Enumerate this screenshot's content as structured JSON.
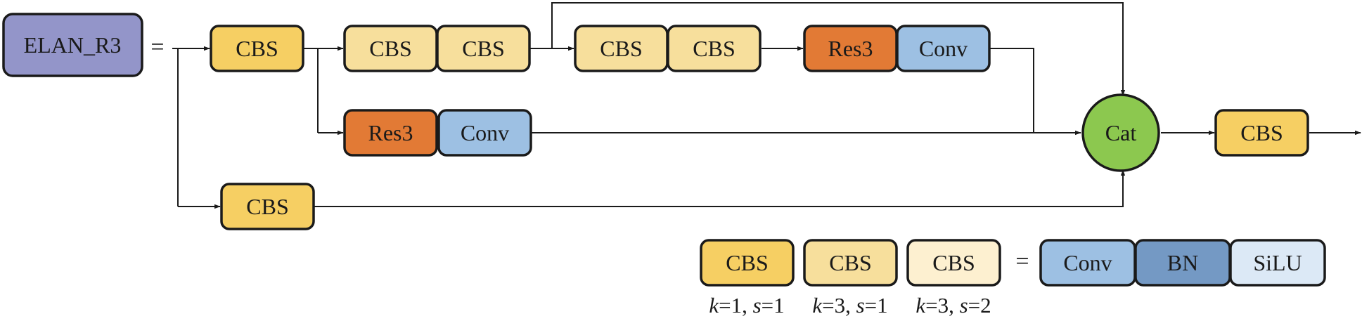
{
  "colors": {
    "elan": "#9395c9",
    "cbs_k1s1": "#f6cf63",
    "cbs_k3s1": "#f7df9c",
    "cbs_k3s2": "#fdf0d0",
    "res3": "#e27a35",
    "conv": "#9dc0e3",
    "bn": "#7499c4",
    "silu": "#dce9f6",
    "cat": "#8cc84f"
  },
  "title_block": {
    "label": "ELAN_R3",
    "equals": "="
  },
  "top_row": {
    "cbs_first": "CBS",
    "pair_a": [
      "CBS",
      "CBS"
    ],
    "pair_b": [
      "CBS",
      "CBS"
    ],
    "res3": "Res3",
    "conv": "Conv"
  },
  "mid_row": {
    "res3": "Res3",
    "conv": "Conv"
  },
  "bottom_row": {
    "cbs": "CBS"
  },
  "cat": {
    "label": "Cat"
  },
  "output": {
    "cbs": "CBS"
  },
  "legend": {
    "cbs": [
      "CBS",
      "CBS",
      "CBS"
    ],
    "params": [
      {
        "k": "1",
        "s": "1"
      },
      {
        "k": "3",
        "s": "1"
      },
      {
        "k": "3",
        "s": "2"
      }
    ],
    "k_symbol": "k",
    "s_symbol": "s",
    "equals": "=",
    "parts": [
      "Conv",
      "BN",
      "SiLU"
    ]
  }
}
